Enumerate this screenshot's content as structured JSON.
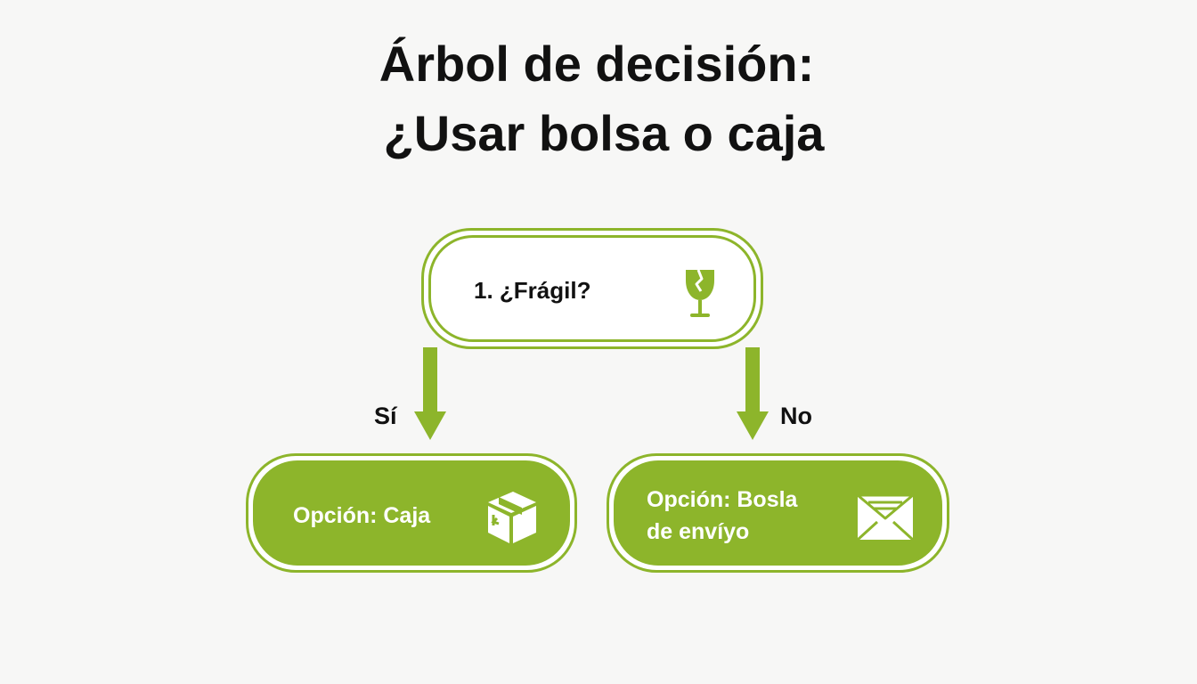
{
  "title": {
    "line1": "Árbol de decisión:",
    "line2": "¿Usar bolsa o caja"
  },
  "question": {
    "label": "1. ¿Frágil?",
    "icon": "fragile-glass-icon"
  },
  "edges": {
    "yes_label": "Sí",
    "no_label": "No"
  },
  "answers": {
    "left": {
      "label": "Opción: Caja",
      "icon": "box-icon"
    },
    "right": {
      "label": "Opción: Bosla\nde envíyo",
      "icon": "envelope-icon"
    }
  },
  "colors": {
    "accent": "#8db52b",
    "background": "#f7f7f6",
    "text": "#111111"
  }
}
